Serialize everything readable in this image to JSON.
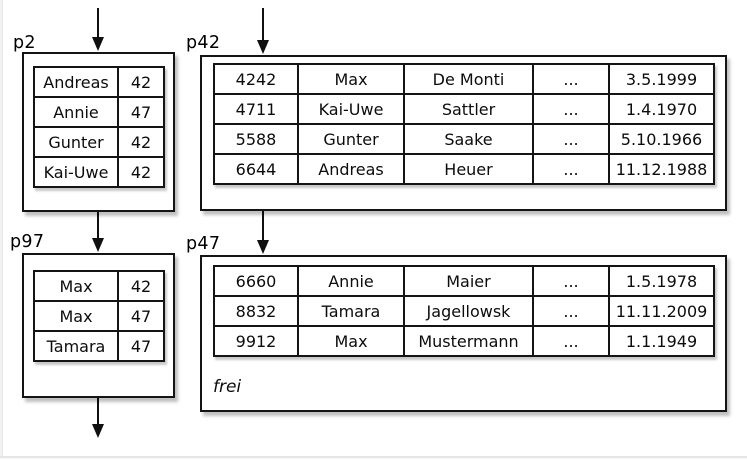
{
  "diagram": {
    "colors": {
      "line": "#141414",
      "page_background": "#ffffff"
    },
    "pages": {
      "p2": {
        "label": "p2",
        "rows": [
          [
            "Andreas",
            "42"
          ],
          [
            "Annie",
            "47"
          ],
          [
            "Gunter",
            "42"
          ],
          [
            "Kai-Uwe",
            "42"
          ]
        ]
      },
      "p42": {
        "label": "p42",
        "rows": [
          [
            "4242",
            "Max",
            "De Monti",
            "...",
            "3.5.1999"
          ],
          [
            "4711",
            "Kai-Uwe",
            "Sattler",
            "...",
            "1.4.1970"
          ],
          [
            "5588",
            "Gunter",
            "Saake",
            "...",
            "5.10.1966"
          ],
          [
            "6644",
            "Andreas",
            "Heuer",
            "...",
            "11.12.1988"
          ]
        ]
      },
      "p97": {
        "label": "p97",
        "rows": [
          [
            "Max",
            "42"
          ],
          [
            "Max",
            "47"
          ],
          [
            "Tamara",
            "47"
          ]
        ]
      },
      "p47": {
        "label": "p47",
        "rows": [
          [
            "6660",
            "Annie",
            "Maier",
            "...",
            "1.5.1978"
          ],
          [
            "8832",
            "Tamara",
            "Jagellowsk",
            "...",
            "11.11.2009"
          ],
          [
            "9912",
            "Max",
            "Mustermann",
            "...",
            "1.1.1949"
          ]
        ],
        "free_label": "frei"
      }
    }
  }
}
